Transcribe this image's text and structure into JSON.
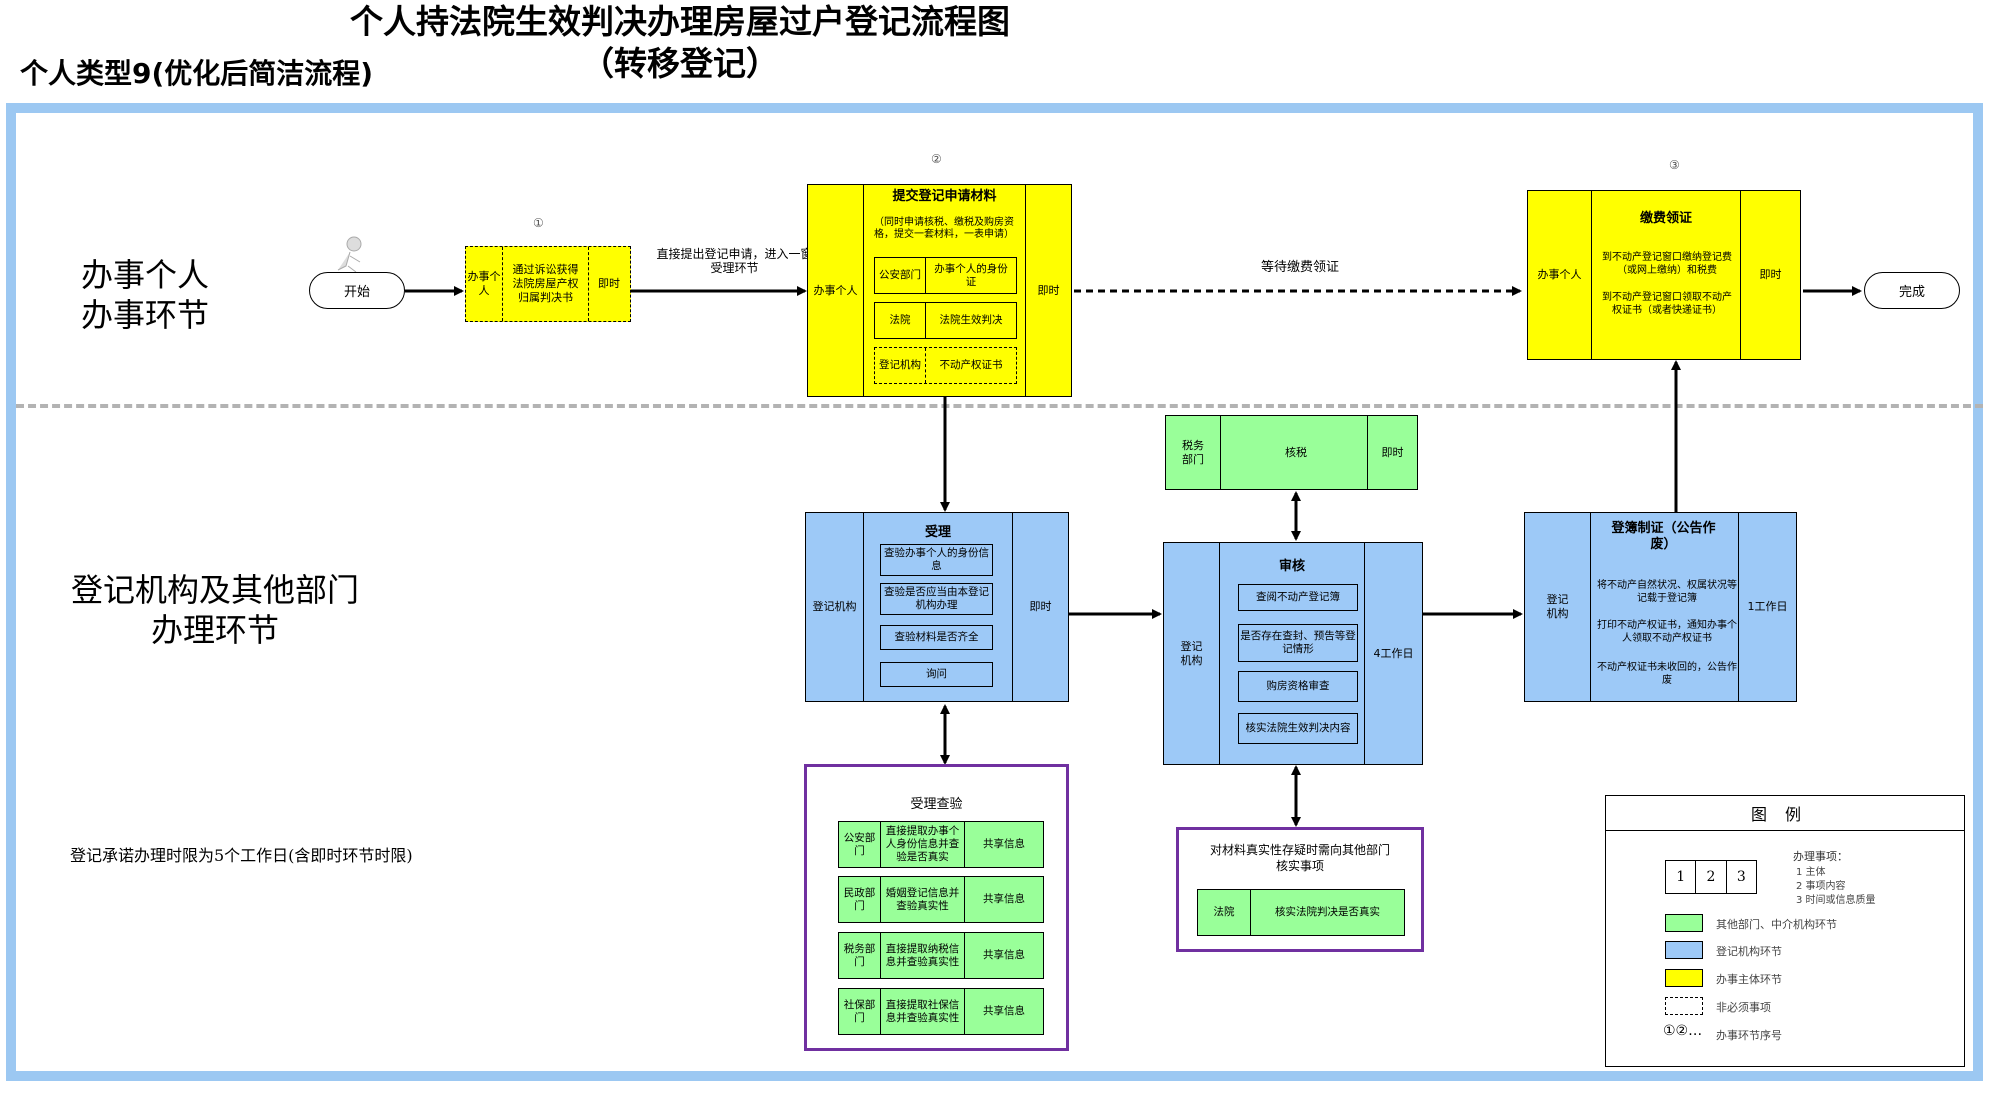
{
  "title": {
    "line1": "个人持法院生效判决办理房屋过户登记流程图",
    "line2": "（转移登记）"
  },
  "type_label": "个人类型9(优化后简洁流程)",
  "lanes": {
    "top": [
      "办事个人",
      "办事环节"
    ],
    "bottom": [
      "登记机构及其他部门",
      "办理环节"
    ]
  },
  "commitment": "登记承诺办理时限为5个工作日(含即时环节时限)",
  "start": "开始",
  "end": "完成",
  "step1": {
    "num": "①",
    "subject": "办事个人",
    "content": "通过诉讼获得法院房屋产权归属判决书",
    "time": "即时"
  },
  "arrow1": "直接提出登记申请，进入一窗受理环节",
  "step2": {
    "num": "②",
    "subject": "办事个人",
    "title": "提交登记申请材料",
    "note": "（同时申请核税、缴税及购房资格，提交一套材料，一表申请）",
    "rows": [
      {
        "a": "公安部门",
        "b": "办事个人的身份证"
      },
      {
        "a": "法院",
        "b": "法院生效判决"
      },
      {
        "a": "登记机构",
        "b": "不动产权证书"
      }
    ],
    "time": "即时"
  },
  "wait_label": "等待缴费领证",
  "step3": {
    "num": "③",
    "subject": "办事个人",
    "title": "缴费领证",
    "content": [
      "到不动产登记窗口缴纳登记费（或网上缴纳）和税费",
      "到不动产登记窗口领取不动产权证书（或者快递证书）"
    ],
    "time": "即时"
  },
  "accept": {
    "subject": "登记机构",
    "title": "受理",
    "items": [
      "查验办事个人的身份信息",
      "查验是否应当由本登记机构办理",
      "查验材料是否齐全",
      "询问"
    ],
    "time": "即时"
  },
  "tax": {
    "subject": "税务部门",
    "content": "核税",
    "time": "即时"
  },
  "review": {
    "subject": "登记机构",
    "title": "审核",
    "items": [
      "查阅不动产登记簿",
      "是否存在查封、预告等登记情形",
      "购房资格审查",
      "核实法院生效判决内容"
    ],
    "time": "4工作日"
  },
  "register": {
    "subject": "登记机构",
    "title": "登簿制证（公告作废）",
    "content": [
      "将不动产自然状况、权属状况等记载于登记簿",
      "打印不动产权证书，通知办事个人领取不动产权证书",
      "不动产权证书未收回的，公告作废"
    ],
    "time": "1工作日"
  },
  "check": {
    "title": "受理查验",
    "rows": [
      {
        "dept": "公安部门",
        "content": "直接提取办事个人身份信息并查验是否真实",
        "share": "共享信息"
      },
      {
        "dept": "民政部门",
        "content": "婚姻登记信息并查验真实性",
        "share": "共享信息"
      },
      {
        "dept": "税务部门",
        "content": "直接提取纳税信息并查验真实性",
        "share": "共享信息"
      },
      {
        "dept": "社保部门",
        "content": "直接提取社保信息并查验真实性",
        "share": "共享信息"
      }
    ]
  },
  "verify": {
    "title": "对材料真实性存疑时需向其他部门核实事项",
    "dept": "法院",
    "content": "核实法院判决是否真实"
  },
  "legend": {
    "title": "图例",
    "cells": [
      "1",
      "2",
      "3"
    ],
    "cells_label": [
      "办理事项：",
      "1 主体",
      "2 事项内容",
      "3 时间或信息质量"
    ],
    "green": "其他部门、中介机构环节",
    "blue": "登记机构环节",
    "yellow": "办事主体环节",
    "dashed": "非必须事项",
    "nums_symbol": "①②…",
    "nums": "办事环节序号"
  },
  "colors": {
    "yellow": "#ffff00",
    "blue": "#9dc9f7",
    "green": "#99ff99",
    "frame": "#9cc8f2",
    "purple": "#7030a0"
  }
}
